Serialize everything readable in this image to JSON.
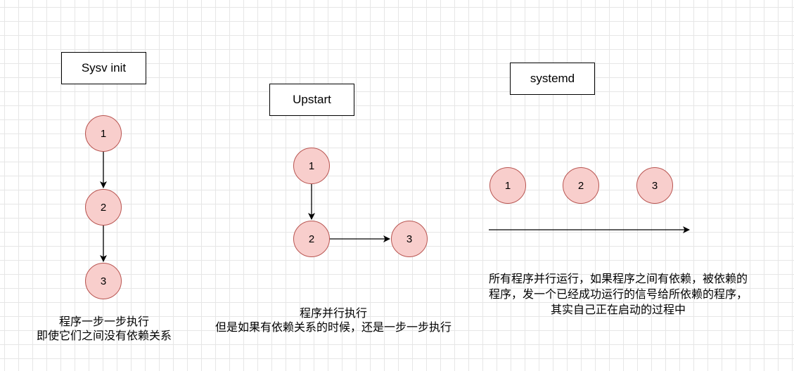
{
  "sysv": {
    "title": "Sysv init",
    "nodes": [
      "1",
      "2",
      "3"
    ],
    "caption": [
      "程序一步一步执行",
      "即使它们之间没有依赖关系"
    ]
  },
  "upstart": {
    "title": "Upstart",
    "nodes": [
      "1",
      "2",
      "3"
    ],
    "caption": [
      "程序并行执行",
      "但是如果有依赖关系的时候，还是一步一步执行"
    ]
  },
  "systemd": {
    "title": "systemd",
    "nodes": [
      "1",
      "2",
      "3"
    ],
    "caption": [
      "所有程序并行运行，如果程序之间有依赖，被依赖的",
      "程序，发一个已经成功运行的信号给所依赖的程序，",
      "其实自己正在启动的过程中"
    ]
  },
  "colors": {
    "node_fill": "#f8cecc",
    "node_stroke": "#b85450",
    "grid": "#e6e6e6"
  }
}
